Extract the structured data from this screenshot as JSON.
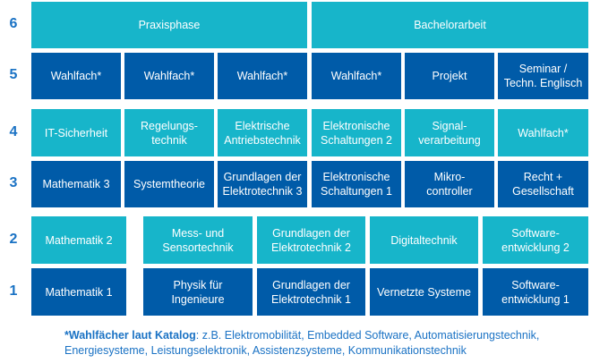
{
  "colors": {
    "light": "#17b5ca",
    "dark": "#005ba8",
    "label": "#1a72c4"
  },
  "semesters": [
    "6",
    "5",
    "4",
    "3",
    "2",
    "1"
  ],
  "rows": {
    "s6": [
      "Praxisphase",
      "Bachelorarbeit"
    ],
    "s5": [
      "Wahlfach*",
      "Wahlfach*",
      "Wahlfach*",
      "Wahlfach*",
      "Projekt",
      "Seminar /\nTechn. Englisch"
    ],
    "s4": [
      "IT-Sicherheit",
      "Regelungs-\ntechnik",
      "Elektrische\nAntriebstechnik",
      "Elektronische\nSchaltungen 2",
      "Signal-\nverarbeitung",
      "Wahlfach*"
    ],
    "s3": [
      "Mathematik 3",
      "Systemtheorie",
      "Grundlagen der\nElektrotechnik 3",
      "Elektronische\nSchaltungen 1",
      "Mikro-\ncontroller",
      "Recht +\nGesellschaft"
    ],
    "s2": [
      "Mathematik 2",
      "Mess- und\nSensortechnik",
      "Grundlagen der\nElektrotechnik 2",
      "Digitaltechnik",
      "Software-\nentwicklung 2"
    ],
    "s1": [
      "Mathematik 1",
      "Physik für\nIngenieure",
      "Grundlagen der\nElektrotechnik 1",
      "Vernetzte Systeme",
      "Software-\nentwicklung 1"
    ]
  },
  "footnote": {
    "label": "*Wahlfächer laut Katalog",
    "text": ": z.B. Elektromobilität, Embedded Software, Automatisierungstechnik, Energiesysteme, Leistungselektronik, Assistenzsysteme, Kommunikationstechnik"
  }
}
